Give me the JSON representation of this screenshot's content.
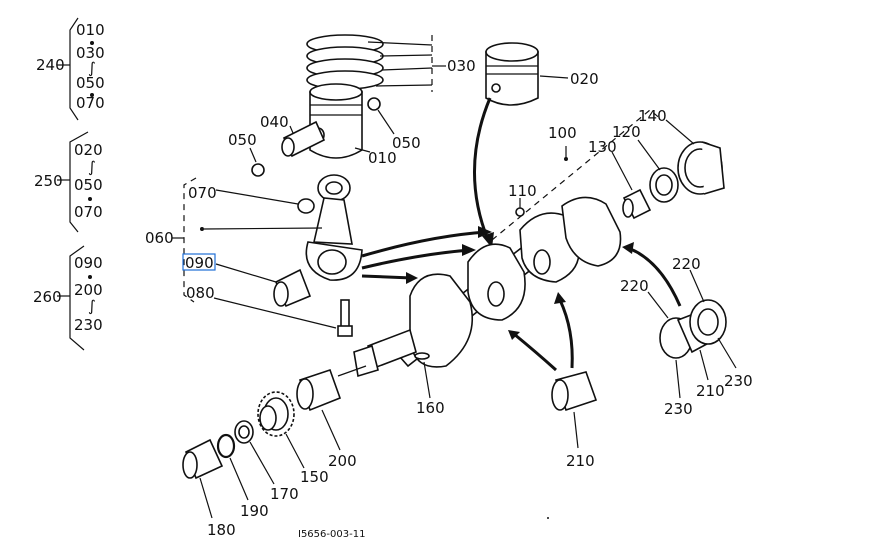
{
  "groups": {
    "g240": {
      "code": "240",
      "items": [
        "010",
        "030",
        "050",
        "070"
      ]
    },
    "g250": {
      "code": "250",
      "items": [
        "020",
        "050",
        "070"
      ]
    },
    "g260": {
      "code": "260",
      "items": [
        "090",
        "200",
        "230"
      ]
    }
  },
  "callouts": {
    "c010": "010",
    "c020": "020",
    "c030": "030",
    "c040": "040",
    "c050a": "050",
    "c050b": "050",
    "c060": "060",
    "c070": "070",
    "c080": "080",
    "c090": "090",
    "c100": "100",
    "c110": "110",
    "c120": "120",
    "c130": "130",
    "c140": "140",
    "c150": "150",
    "c160": "160",
    "c170": "170",
    "c180": "180",
    "c190": "190",
    "c200": "200",
    "c210a": "210",
    "c210b": "210",
    "c220a": "220",
    "c220b": "220",
    "c230a": "230",
    "c230b": "230"
  },
  "footer_code": "I5656-003-11",
  "highlight_color": "#1f6fd6"
}
